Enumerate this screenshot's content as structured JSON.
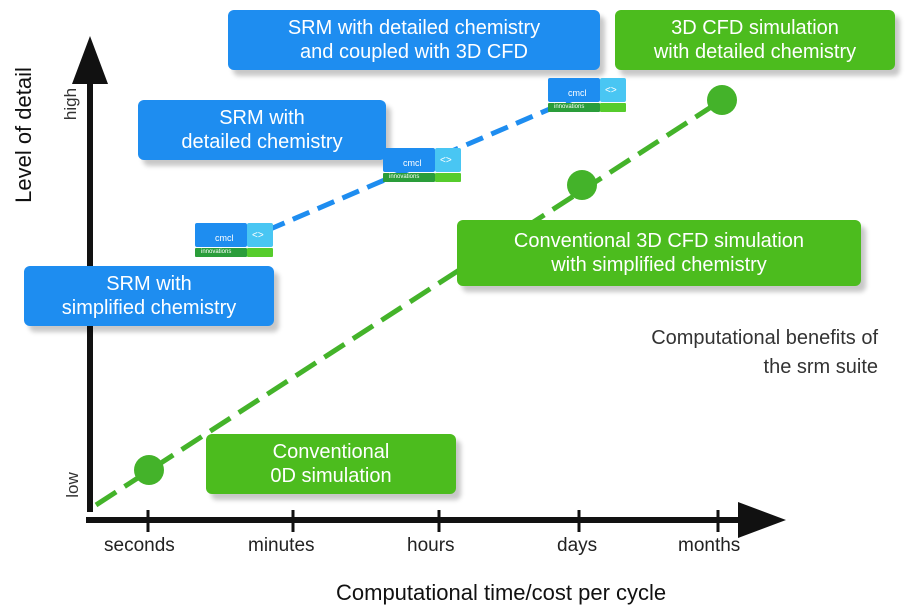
{
  "axis": {
    "y_label": "Level of detail",
    "y_high": "high",
    "y_low": "low",
    "x_label": "Computational time/cost per cycle",
    "x_ticks": [
      "seconds",
      "minutes",
      "hours",
      "days",
      "months"
    ]
  },
  "boxes": {
    "srm_simplified": [
      "SRM with",
      "simplified chemistry"
    ],
    "srm_detailed": [
      "SRM with",
      "detailed chemistry"
    ],
    "srm_cfd": [
      "SRM with detailed chemistry",
      "and coupled with 3D CFD"
    ],
    "cfd_detailed": [
      "3D CFD simulation",
      "with detailed chemistry"
    ],
    "cfd_conventional": [
      "Conventional 3D CFD simulation",
      "with simplified chemistry"
    ],
    "od_conventional": [
      "Conventional",
      "0D simulation"
    ]
  },
  "note": [
    "Computational benefits of",
    "the srm suite"
  ],
  "logo": {
    "brand": "cmcl",
    "symbol": "<>",
    "sub": "innovations"
  },
  "colors": {
    "blue": "#1e8df0",
    "green": "#4cbc1e",
    "axis": "#111111"
  }
}
